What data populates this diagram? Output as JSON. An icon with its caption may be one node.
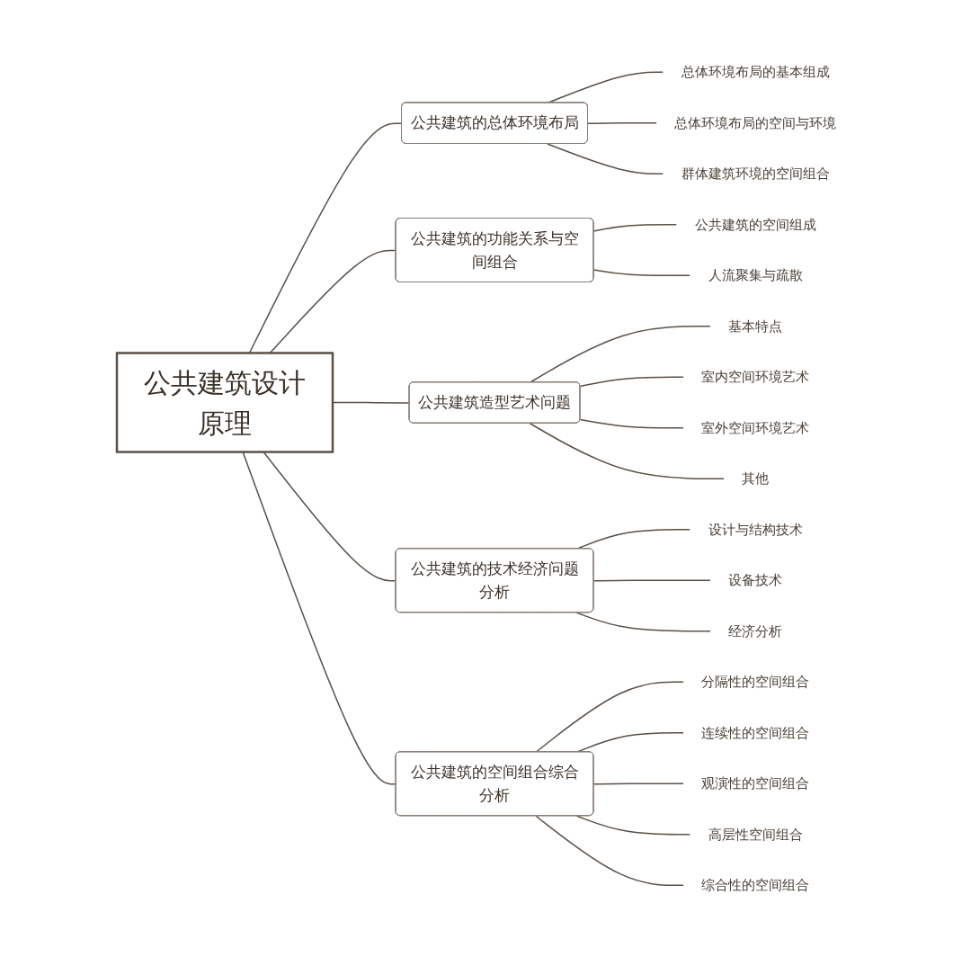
{
  "diagram": {
    "nodes": [
      {
        "text": [
          "公共建筑设计原理"
        ]
      },
      {
        "text": [
          "公共建筑的总体环境布局"
        ]
      },
      {
        "text": [
          "总体环境布局的基本组成"
        ]
      },
      {
        "text": [
          "总体环境布局的空间与环境"
        ]
      },
      {
        "text": [
          "群体建筑环境的空间组合"
        ]
      },
      {
        "text": [
          "公共建筑的功能关系与空间组合"
        ]
      },
      {
        "text": [
          "公共建筑的空间组成"
        ]
      },
      {
        "text": [
          "人流聚集与疏散"
        ]
      },
      {
        "text": [
          "公共建筑造型艺术问题"
        ]
      },
      {
        "text": [
          "基本特点"
        ]
      },
      {
        "text": [
          "室内空间环境艺术"
        ]
      },
      {
        "text": [
          "室外空间环境艺术"
        ]
      },
      {
        "text": [
          "其他"
        ]
      },
      {
        "text": [
          "公共建筑的技术经济问题分析"
        ]
      },
      {
        "text": [
          "设计与结构技术"
        ]
      },
      {
        "text": [
          "设备技术"
        ]
      },
      {
        "text": [
          "经济分析"
        ]
      },
      {
        "text": [
          "公共建筑的空间组合综合分析"
        ]
      },
      {
        "text": [
          "分隔性的空间组合"
        ]
      },
      {
        "text": [
          "连续性的空间组合"
        ]
      },
      {
        "text": [
          "观演性的空间组合"
        ]
      },
      {
        "text": [
          "高层性空间组合"
        ]
      },
      {
        "text": [
          "综合性的空间组合"
        ]
      }
    ],
    "edges": [
      {
        "from": 0,
        "to": 1,
        "arrow": "none"
      },
      {
        "from": 1,
        "to": 2,
        "arrow": "none"
      },
      {
        "from": 1,
        "to": 3,
        "arrow": "none"
      },
      {
        "from": 1,
        "to": 4,
        "arrow": "none"
      },
      {
        "from": 0,
        "to": 5,
        "arrow": "none"
      },
      {
        "from": 5,
        "to": 6,
        "arrow": "none"
      },
      {
        "from": 5,
        "to": 7,
        "arrow": "none"
      },
      {
        "from": 0,
        "to": 8,
        "arrow": "none"
      },
      {
        "from": 8,
        "to": 9,
        "arrow": "none"
      },
      {
        "from": 8,
        "to": 10,
        "arrow": "none"
      },
      {
        "from": 8,
        "to": 11,
        "arrow": "none"
      },
      {
        "from": 8,
        "to": 12,
        "arrow": "none"
      },
      {
        "from": 0,
        "to": 13,
        "arrow": "none"
      },
      {
        "from": 13,
        "to": 14,
        "arrow": "none"
      },
      {
        "from": 13,
        "to": 15,
        "arrow": "none"
      },
      {
        "from": 13,
        "to": 16,
        "arrow": "none"
      },
      {
        "from": 0,
        "to": 17,
        "arrow": "none"
      },
      {
        "from": 17,
        "to": 18,
        "arrow": "none"
      },
      {
        "from": 17,
        "to": 19,
        "arrow": "none"
      },
      {
        "from": 17,
        "to": 20,
        "arrow": "none"
      },
      {
        "from": 17,
        "to": 21,
        "arrow": "none"
      },
      {
        "from": 17,
        "to": 22,
        "arrow": "none"
      }
    ]
  }
}
